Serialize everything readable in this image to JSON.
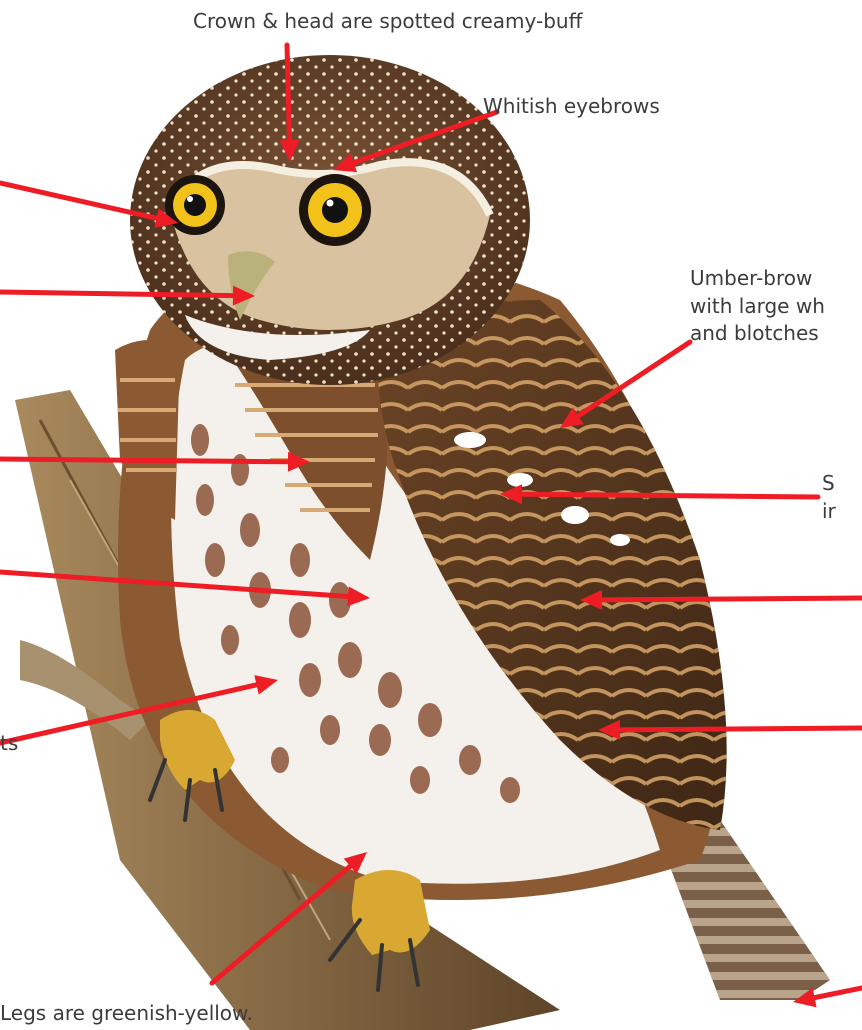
{
  "labels": {
    "crown": "Crown & head are spotted creamy-buff",
    "eyebrows": "Whitish eyebrows",
    "mantle_l1": "Umber-brow",
    "mantle_l2": "with large wh",
    "mantle_l3": "and blotches",
    "scap_l1": "S",
    "scap_l2": "ir",
    "flank_tail": "ts",
    "legs": "Legs are greenish-yellow."
  },
  "colors": {
    "arrow": "#ee1c25",
    "text": "#3c3c3c",
    "plumage_dark": "#5a3a22",
    "plumage_mid": "#8b5a32",
    "breast_white": "#f4f1ec",
    "spot": "#9a6a52",
    "branch": "#7b5e3c",
    "eye": "#f2c21a",
    "leg": "#d9a832"
  }
}
